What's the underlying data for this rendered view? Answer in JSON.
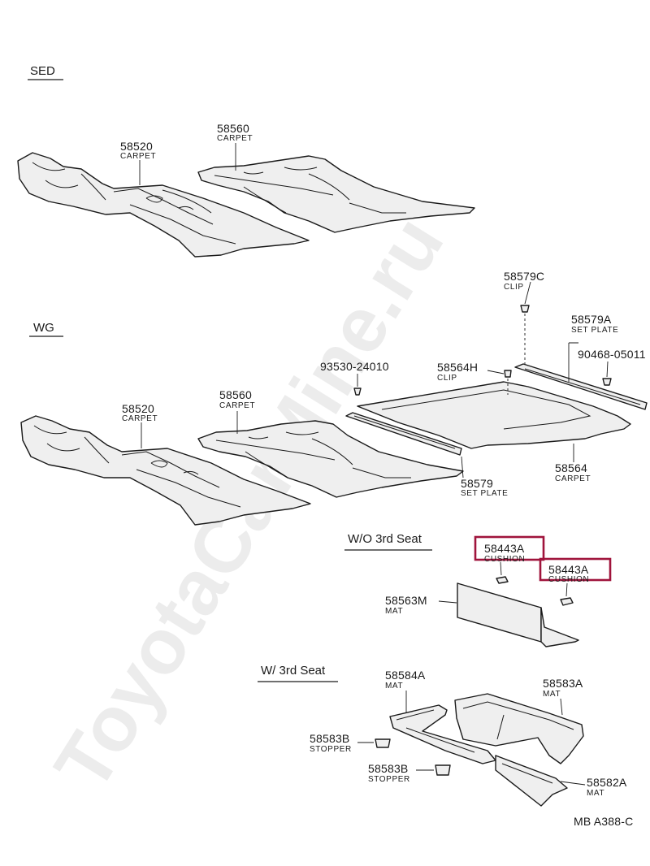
{
  "watermark": "ToyotaCarMine.ru",
  "sections": {
    "sed": "SED",
    "wg": "WG",
    "wo_3rd_seat": "W/O 3rd Seat",
    "w_3rd_seat": "W/ 3rd Seat"
  },
  "parts": {
    "sed_58520": {
      "number": "58520",
      "name": "CARPET"
    },
    "sed_58560": {
      "number": "58560",
      "name": "CARPET"
    },
    "wg_58520": {
      "number": "58520",
      "name": "CARPET"
    },
    "wg_58560": {
      "number": "58560",
      "name": "CARPET"
    },
    "p58579C": {
      "number": "58579C",
      "name": "CLIP"
    },
    "p58579A": {
      "number": "58579A",
      "name": "SET PLATE"
    },
    "p90468": {
      "number": "90468-05011",
      "name": ""
    },
    "p93530": {
      "number": "93530-24010",
      "name": ""
    },
    "p58564H": {
      "number": "58564H",
      "name": "CLIP"
    },
    "p58564": {
      "number": "58564",
      "name": "CARPET"
    },
    "p58579": {
      "number": "58579",
      "name": "SET PLATE"
    },
    "p58443A_1": {
      "number": "58443A",
      "name": "CUSHION"
    },
    "p58443A_2": {
      "number": "58443A",
      "name": "CUSHION"
    },
    "p58563M": {
      "number": "58563M",
      "name": "MAT"
    },
    "p58584A": {
      "number": "58584A",
      "name": "MAT"
    },
    "p58583A": {
      "number": "58583A",
      "name": "MAT"
    },
    "p58583B_1": {
      "number": "58583B",
      "name": "STOPPER"
    },
    "p58583B_2": {
      "number": "58583B",
      "name": "STOPPER"
    },
    "p58582A": {
      "number": "58582A",
      "name": "MAT"
    }
  },
  "diagram_code": "MB   A388-C",
  "colors": {
    "highlight": "#a0143c",
    "line": "#1a1a1a",
    "part_fill": "#efefef"
  }
}
